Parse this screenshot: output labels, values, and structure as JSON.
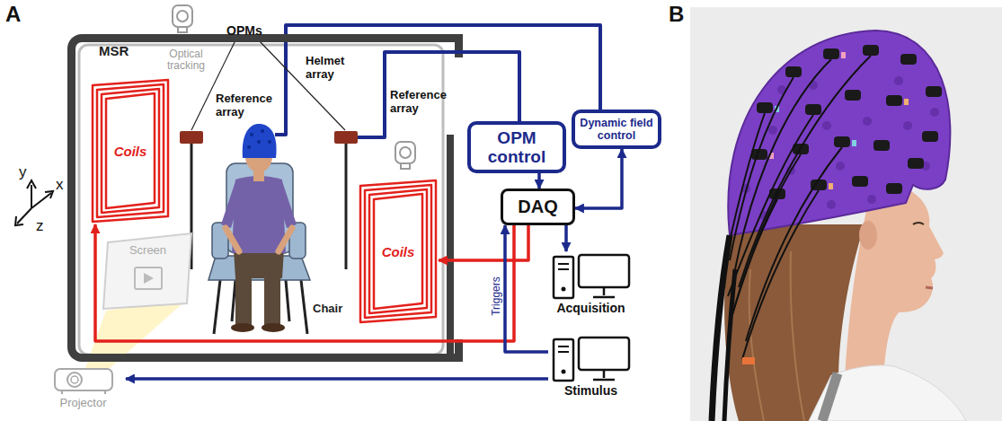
{
  "diagram": {
    "nodes": [
      {
        "text": [
          "MSR"
        ]
      },
      {
        "text": [
          "Coils"
        ],
        "in": 0
      },
      {
        "text": [
          "Screen"
        ],
        "in": 0
      },
      {
        "text": [
          "Coils"
        ],
        "in": 0
      },
      {
        "text": [
          "OPM control"
        ]
      },
      {
        "text": [
          "Dynamic field control"
        ]
      },
      {
        "text": [
          "DAQ"
        ]
      },
      {
        "text": [
          "Acquisition"
        ]
      },
      {
        "text": [
          "Stimulus"
        ]
      },
      {
        "text": [
          "Projector"
        ]
      }
    ],
    "edges": [
      {
        "from": 4,
        "to": 6,
        "arrow": "to"
      },
      {
        "from": 5,
        "to": 6,
        "arrow": "both"
      },
      {
        "from": 6,
        "to": 7,
        "arrow": "to"
      },
      {
        "from": 6,
        "to": 3,
        "arrow": "to"
      },
      {
        "from": 6,
        "to": 1,
        "arrow": "to"
      },
      {
        "from": 8,
        "to": 6,
        "label": "Triggers",
        "arrow": "to"
      },
      {
        "from": 8,
        "to": 9,
        "arrow": "to"
      }
    ],
    "labels": [
      "A",
      "B",
      "Optical tracking",
      "OPMs",
      "Helmet array",
      "Reference array",
      "Reference array",
      "y",
      "x",
      "z",
      "Chair"
    ]
  }
}
